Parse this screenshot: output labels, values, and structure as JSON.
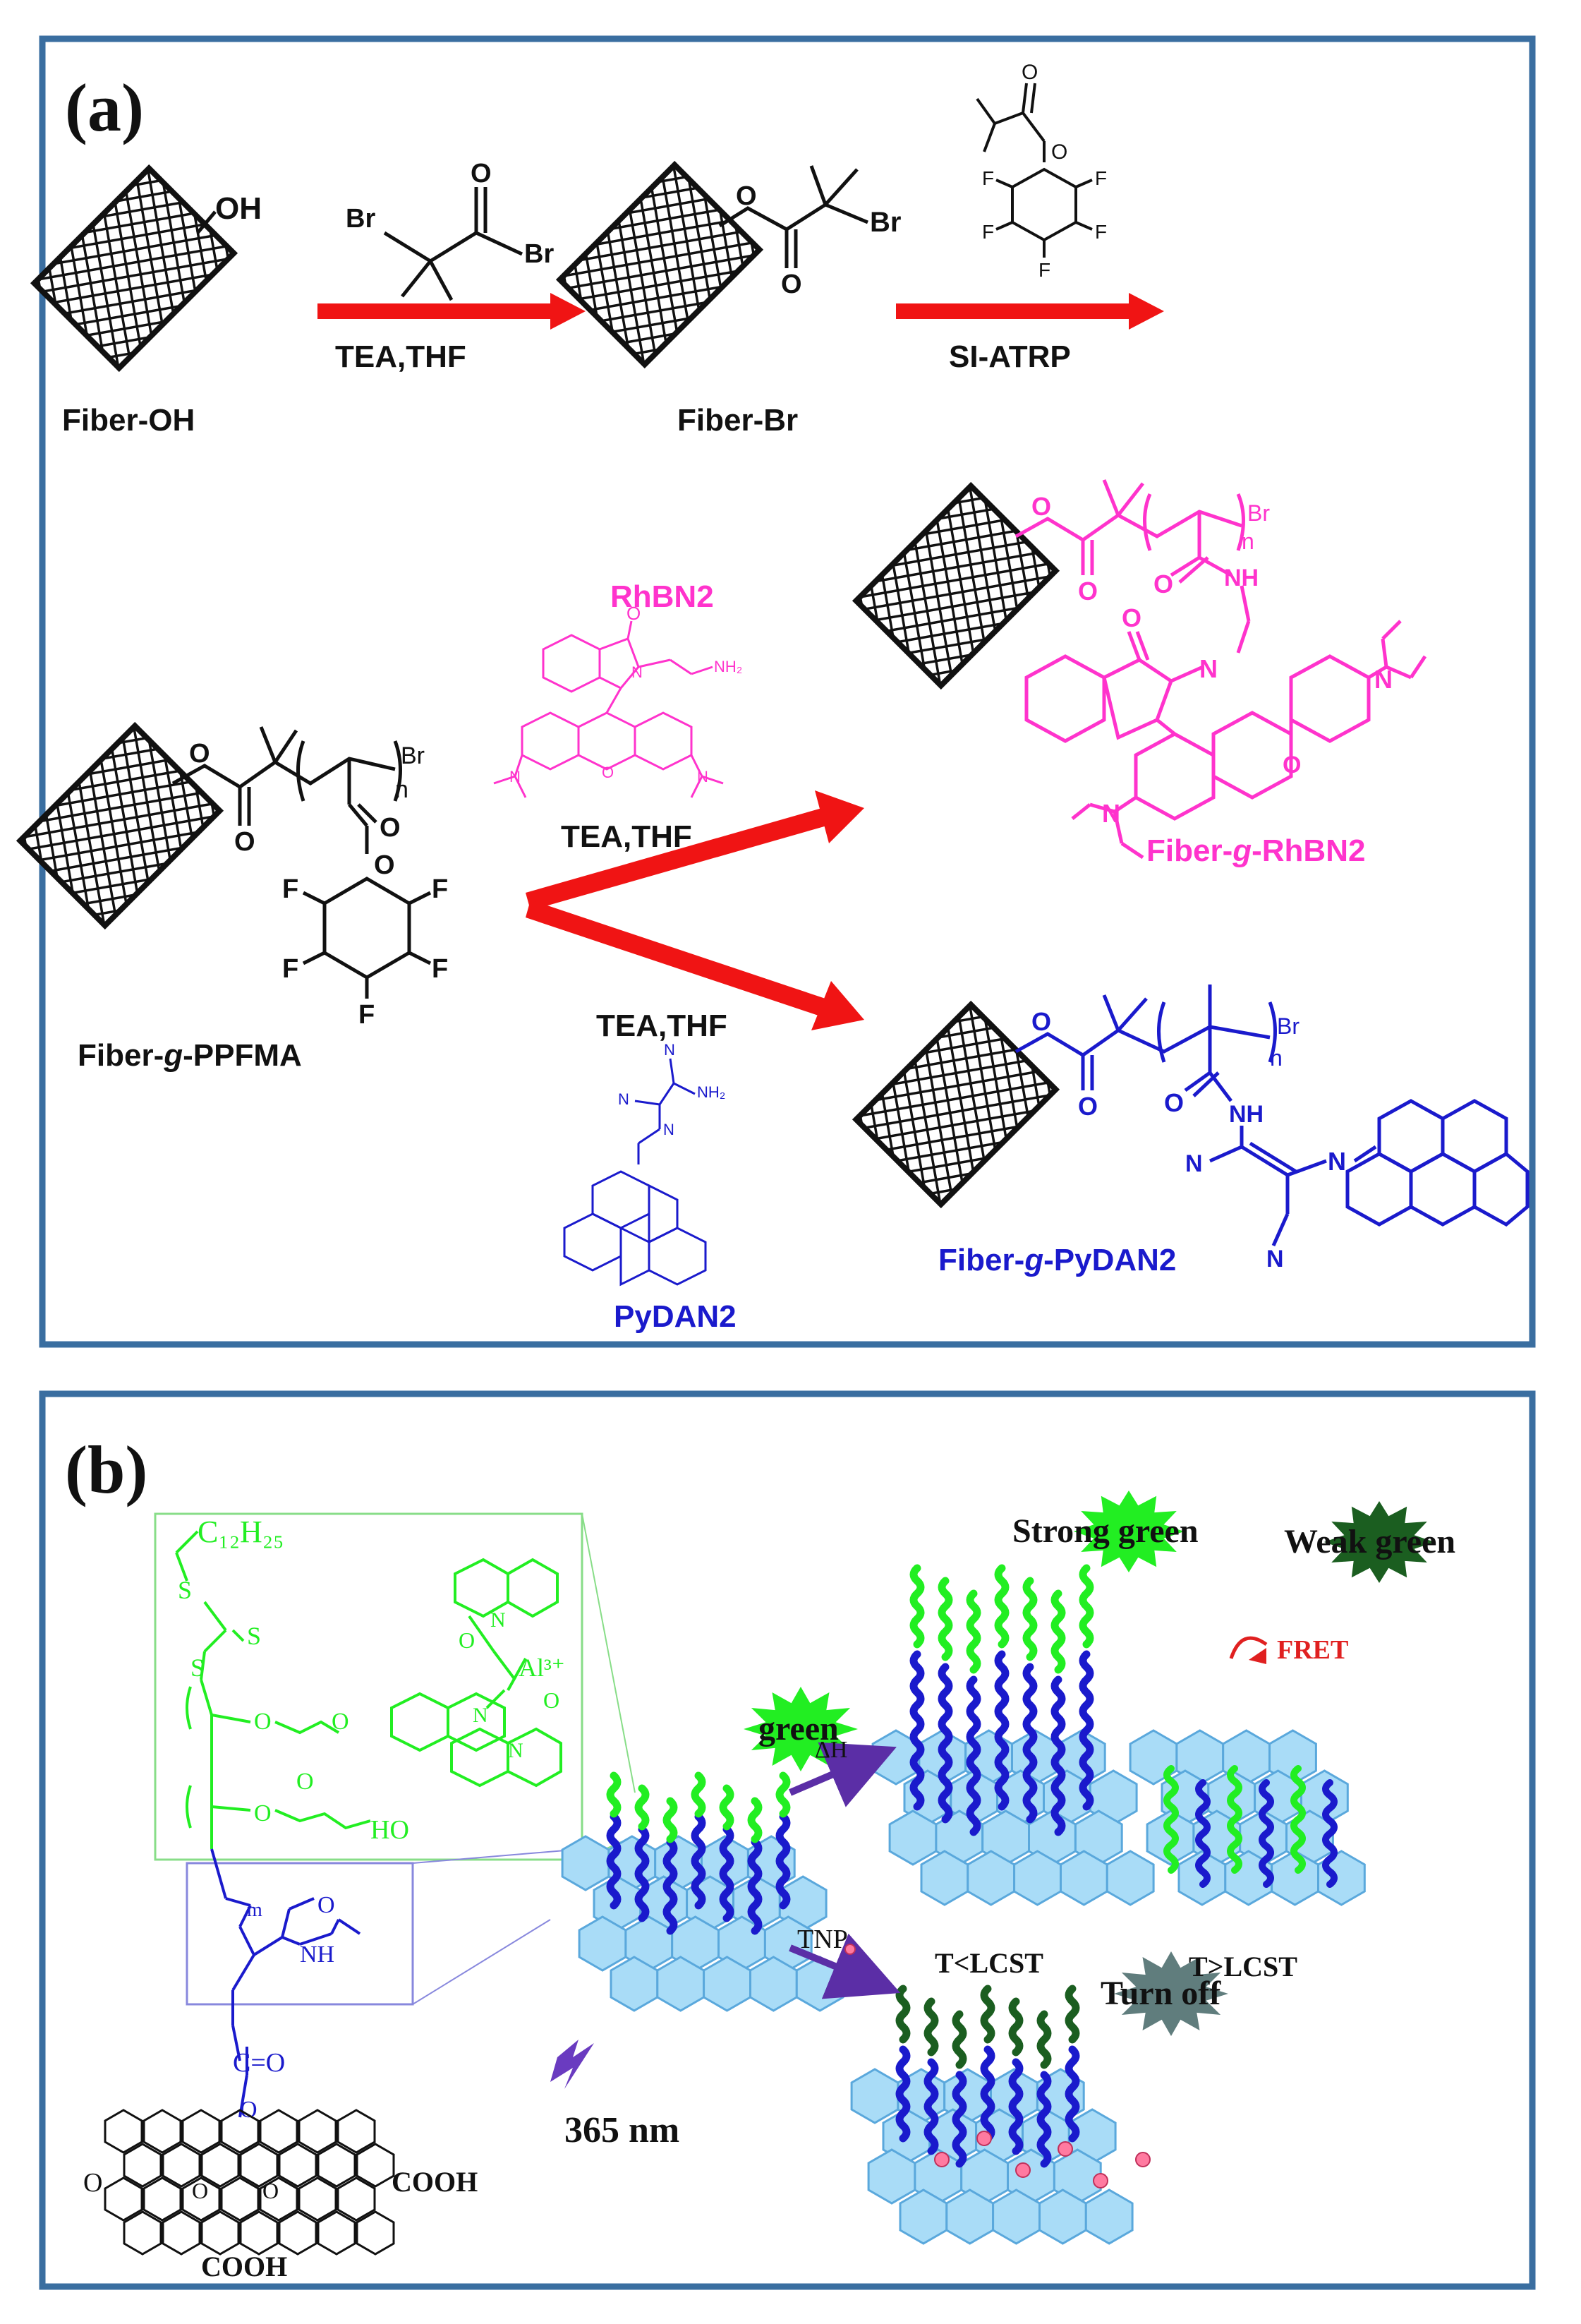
{
  "colors": {
    "frame": "#3a6ea0",
    "black": "#111111",
    "arrow": "#f01414",
    "magenta": "#ff33cc",
    "blue": "#1a1acc",
    "green": "#22ee22",
    "dark_green": "#1b5e20",
    "gray_star": "#607d7d",
    "hex_fill": "#a9dcf7",
    "hex_stroke": "#5aa8dc",
    "purple": "#5b2ea6",
    "red_text": "#e02020"
  },
  "panel_a": {
    "label": "(a)",
    "fiber_oh": {
      "name": "Fiber-OH",
      "group": "OH"
    },
    "reagent_bromide": {
      "br_left": "Br",
      "br_right": "Br",
      "oxygen": "O"
    },
    "step1_conditions": "TEA,THF",
    "fiber_br": {
      "name": "Fiber-Br",
      "br": "Br",
      "oxygen": "O"
    },
    "monomer": {
      "f": "F",
      "oxygen": "O"
    },
    "step2_conditions": "SI-ATRP",
    "ppfma": {
      "name_prefix": "Fiber-",
      "name_italic": "g",
      "name_suffix": "-PPFMA",
      "br": "Br",
      "n": "n",
      "f": "F",
      "oxygen": "O"
    },
    "rhbn2": {
      "name": "RhBN2",
      "conditions": "TEA,THF",
      "nh2": "NH₂",
      "n": "N",
      "oxygen": "O"
    },
    "fiber_rhbn2": {
      "name_prefix": "Fiber-",
      "name_italic": "g",
      "name_suffix": "-RhBN2",
      "br": "Br",
      "n_sub": "n",
      "nh": "NH",
      "n": "N",
      "oxygen": "O"
    },
    "pydan2": {
      "name": "PyDAN2",
      "conditions": "TEA,THF",
      "nh2": "NH₂",
      "n": "N"
    },
    "fiber_pydan2": {
      "name_prefix": "Fiber-",
      "name_italic": "g",
      "name_suffix": "-PyDAN2",
      "br": "Br",
      "n_sub": "n",
      "nh": "NH",
      "n": "N",
      "oxygen": "O"
    }
  },
  "panel_b": {
    "label": "(b)",
    "c12h25": "C₁₂H₂₅",
    "s": "S",
    "al": "Al³⁺",
    "n": "N",
    "oxygen": "O",
    "ho": "HO",
    "nh": "NH",
    "m": "m",
    "ester": "C=O",
    "cooh_right": "COOH",
    "cooh_bottom": "COOH",
    "green_label": "green",
    "strong_green": "Strong green",
    "weak_green": "Weak green",
    "fret": "FRET",
    "heat": "ΔH",
    "t_below": "T<LCST",
    "t_above": "T>LCST",
    "tnp": "TNP",
    "turn_off": "Turn off",
    "uv": "365 nm"
  }
}
